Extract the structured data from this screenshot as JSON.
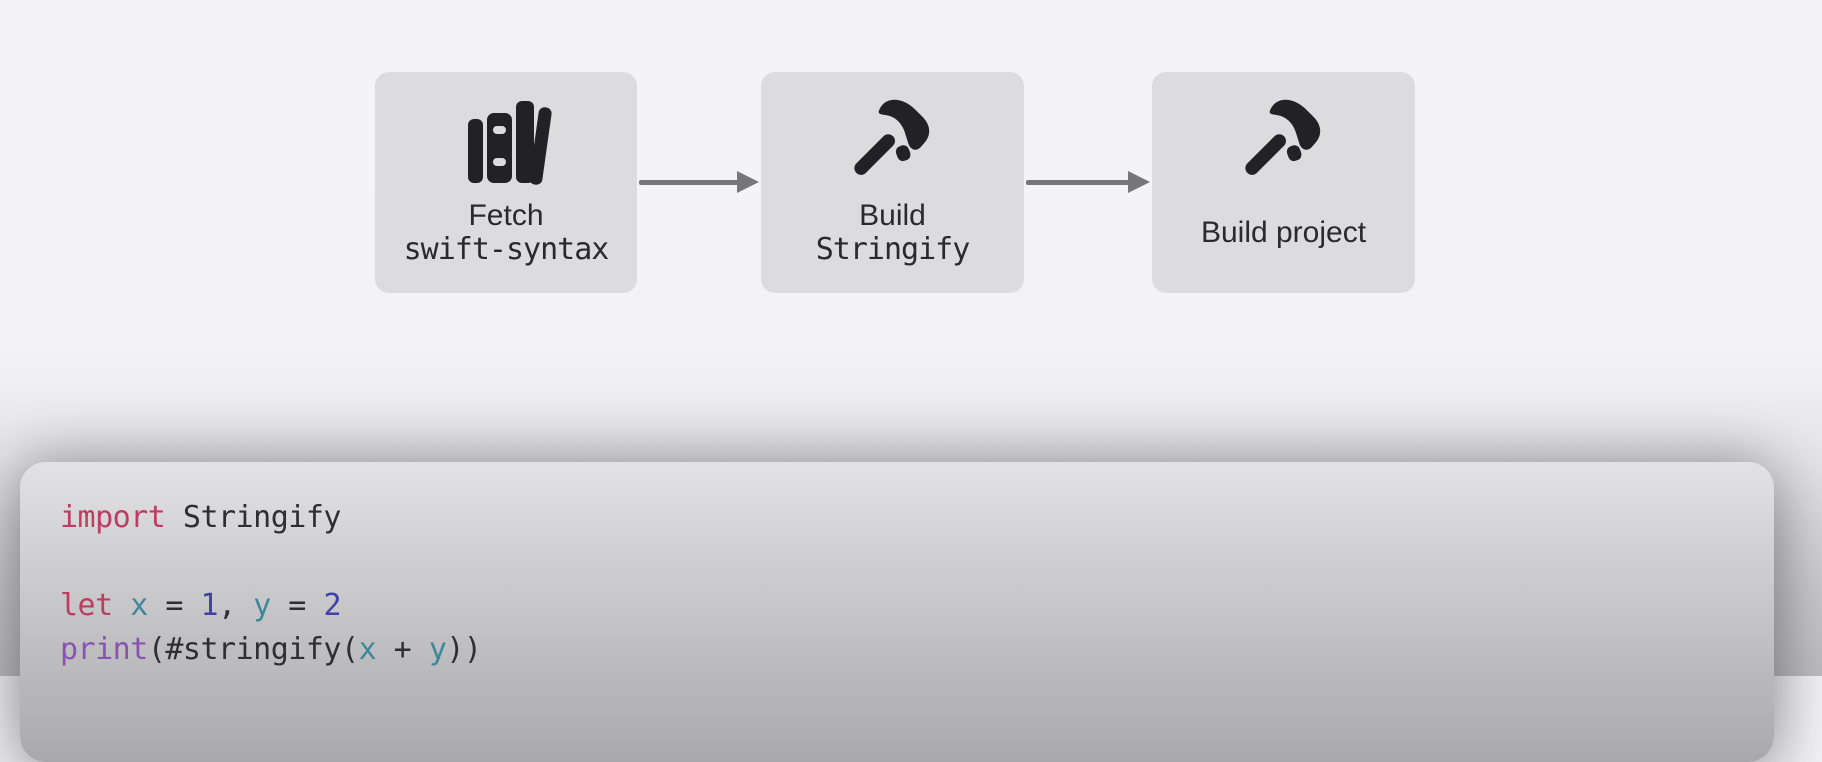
{
  "colors": {
    "background_top": "#F4F4F6",
    "background_bottom": "#BEBEC1",
    "box_fill": "#DCDCDE",
    "box_text": "#2A2A2E",
    "icon": "#222226",
    "arrow": "#77777B",
    "panel_top": "#E2E2E4",
    "panel_bottom": "#A9A9AC"
  },
  "flow": {
    "boxes": [
      {
        "id": "fetch-swift-syntax",
        "icon": "books-icon",
        "lines": [
          {
            "text": "Fetch",
            "font": "sans"
          },
          {
            "text": "swift-syntax",
            "font": "mono"
          }
        ]
      },
      {
        "id": "build-stringify",
        "icon": "hammer-icon",
        "lines": [
          {
            "text": "Build",
            "font": "sans"
          },
          {
            "text": "Stringify",
            "font": "mono"
          }
        ]
      },
      {
        "id": "build-project",
        "icon": "hammer-icon",
        "lines": [
          {
            "text": "Build project",
            "font": "sans"
          }
        ]
      }
    ],
    "connectors": [
      {
        "from": "fetch-swift-syntax",
        "to": "build-stringify",
        "icon": "arrow-right-icon"
      },
      {
        "from": "build-stringify",
        "to": "build-project",
        "icon": "arrow-right-icon"
      }
    ]
  },
  "code": {
    "language": "swift",
    "token_colors": {
      "keyword": "#BC3C62",
      "plain": "#2E2E33",
      "variable": "#3F8798",
      "number": "#3E42A7",
      "function": "#8A52B2"
    },
    "lines": [
      {
        "tokens": [
          {
            "text": "import",
            "type": "keyword"
          },
          {
            "text": " Stringify",
            "type": "plain"
          }
        ]
      },
      {
        "tokens": []
      },
      {
        "tokens": [
          {
            "text": "let",
            "type": "keyword"
          },
          {
            "text": " ",
            "type": "plain"
          },
          {
            "text": "x",
            "type": "variable"
          },
          {
            "text": " = ",
            "type": "plain"
          },
          {
            "text": "1",
            "type": "number"
          },
          {
            "text": ", ",
            "type": "plain"
          },
          {
            "text": "y",
            "type": "variable"
          },
          {
            "text": " = ",
            "type": "plain"
          },
          {
            "text": "2",
            "type": "number"
          }
        ]
      },
      {
        "tokens": [
          {
            "text": "print",
            "type": "function"
          },
          {
            "text": "(#stringify(",
            "type": "plain"
          },
          {
            "text": "x",
            "type": "variable"
          },
          {
            "text": " + ",
            "type": "plain"
          },
          {
            "text": "y",
            "type": "variable"
          },
          {
            "text": "))",
            "type": "plain"
          }
        ]
      }
    ]
  }
}
